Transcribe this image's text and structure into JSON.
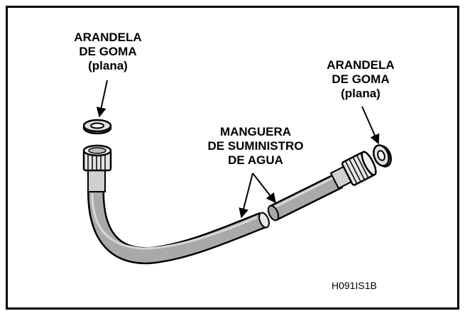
{
  "labels": {
    "washer_left": [
      "ARANDELA",
      "DE GOMA",
      "(plana)"
    ],
    "washer_right": [
      "ARANDELA",
      "DE GOMA",
      "(plana)"
    ],
    "hose": [
      "MANGUERA",
      "DE SUMINISTRO",
      "DE AGUA"
    ]
  },
  "figure_code": "H091IS1B",
  "colors": {
    "hose_fill": "#a9a9a9",
    "hose_highlight": "#d8d8d8",
    "outline": "#000000",
    "background": "#ffffff"
  }
}
